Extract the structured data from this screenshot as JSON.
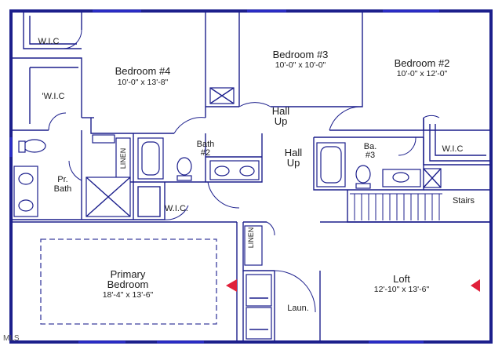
{
  "rooms": {
    "bedroom4": {
      "name": "Bedroom #4",
      "dims": "10'-0\" x 13'-8\""
    },
    "bedroom3": {
      "name": "Bedroom #3",
      "dims": "10'-0\" x 10'-0\""
    },
    "bedroom2": {
      "name": "Bedroom #2",
      "dims": "10'-0\" x 12'-0\""
    },
    "primary": {
      "name_line1": "Primary",
      "name_line2": "Bedroom",
      "dims": "18'-4\" x 13'-6\""
    },
    "loft": {
      "name": "Loft",
      "dims": "12'-10\" x 13'-6\""
    }
  },
  "labels": {
    "wic_top_left": "W.I.C",
    "wic_left": "'W.I.C",
    "wic_primary": "W.I.C.",
    "wic_right": "W.I.C",
    "linen_bath2": "LINEN",
    "linen_hall": "LINEN",
    "bath2_line1": "Bath",
    "bath2_line2": "#2",
    "bath3_line1": "Ba.",
    "bath3_line2": "#3",
    "pr_bath_line1": "Pr.",
    "pr_bath_line2": "Bath",
    "hall_upper_line1": "Hall",
    "hall_upper_line2": "Up",
    "hall_center_line1": "Hall",
    "hall_center_line2": "Up",
    "stairs": "Stairs",
    "laundry": "Laun."
  },
  "watermark": "MLS",
  "colors": {
    "walls": "#1c1f8c",
    "arrows": "#e0203a"
  }
}
